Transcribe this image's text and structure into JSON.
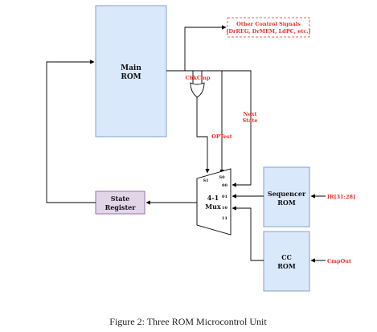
{
  "main_rom": {
    "line1": "Main",
    "line2": "ROM"
  },
  "other_signals": {
    "line1": "Other Control Signals",
    "line2": "(DrREG, DrMEM, LdPC, etc.)"
  },
  "chk_cmp": "ChkCmp",
  "op_test": "OPTest",
  "next_state": {
    "line1": "Next",
    "line2": "State"
  },
  "mux": {
    "line1": "4-1",
    "line2": "Mux",
    "select_s1": "S1",
    "select_s0": "S0",
    "inputs": [
      "00",
      "01",
      "10",
      "11"
    ]
  },
  "state_register": {
    "line1": "State",
    "line2": "Register"
  },
  "sequencer_rom": {
    "line1": "Sequencer",
    "line2": "ROM"
  },
  "ir_input": "IR[31:28]",
  "cc_rom": {
    "line1": "CC",
    "line2": "ROM"
  },
  "cmp_out": "CmpOut",
  "caption": "Figure 2: Three ROM Microcontrol Unit",
  "colors": {
    "rom_fill": "#dae8fc",
    "rom_stroke": "#7fa1cf",
    "register_fill": "#e1d5e7",
    "register_stroke": "#9673a6",
    "signal_red": "#e8302a"
  }
}
